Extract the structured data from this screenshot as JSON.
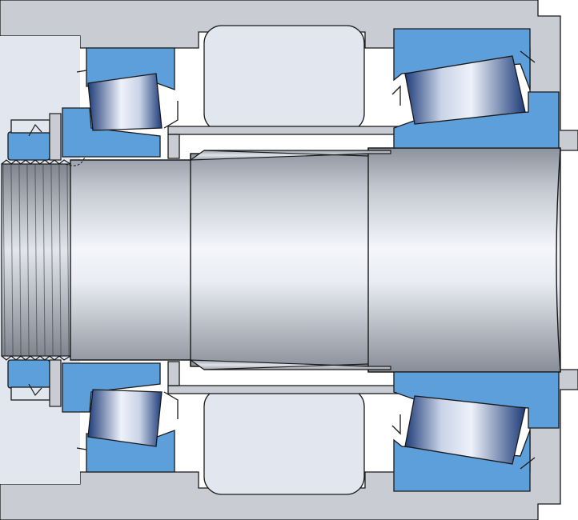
{
  "drawing": {
    "colors": {
      "housing": "#c9ccd3",
      "housing_inner": "#e2e6ef",
      "bearing_ring": "#5c9fda",
      "roller_light": "#eef2fa",
      "roller_dark": "#1f3d7a",
      "shaft_light": "#f4f6fb",
      "shaft_dark": "#8c929c",
      "outline": "#1a1a1a"
    },
    "parts": [
      "housing",
      "spacer-ring",
      "left-tapered-roller-bearing",
      "right-tapered-roller-bearing",
      "tapered-sleeve",
      "shaft",
      "threaded-shaft-end",
      "lock-nut",
      "lock-washer"
    ]
  }
}
